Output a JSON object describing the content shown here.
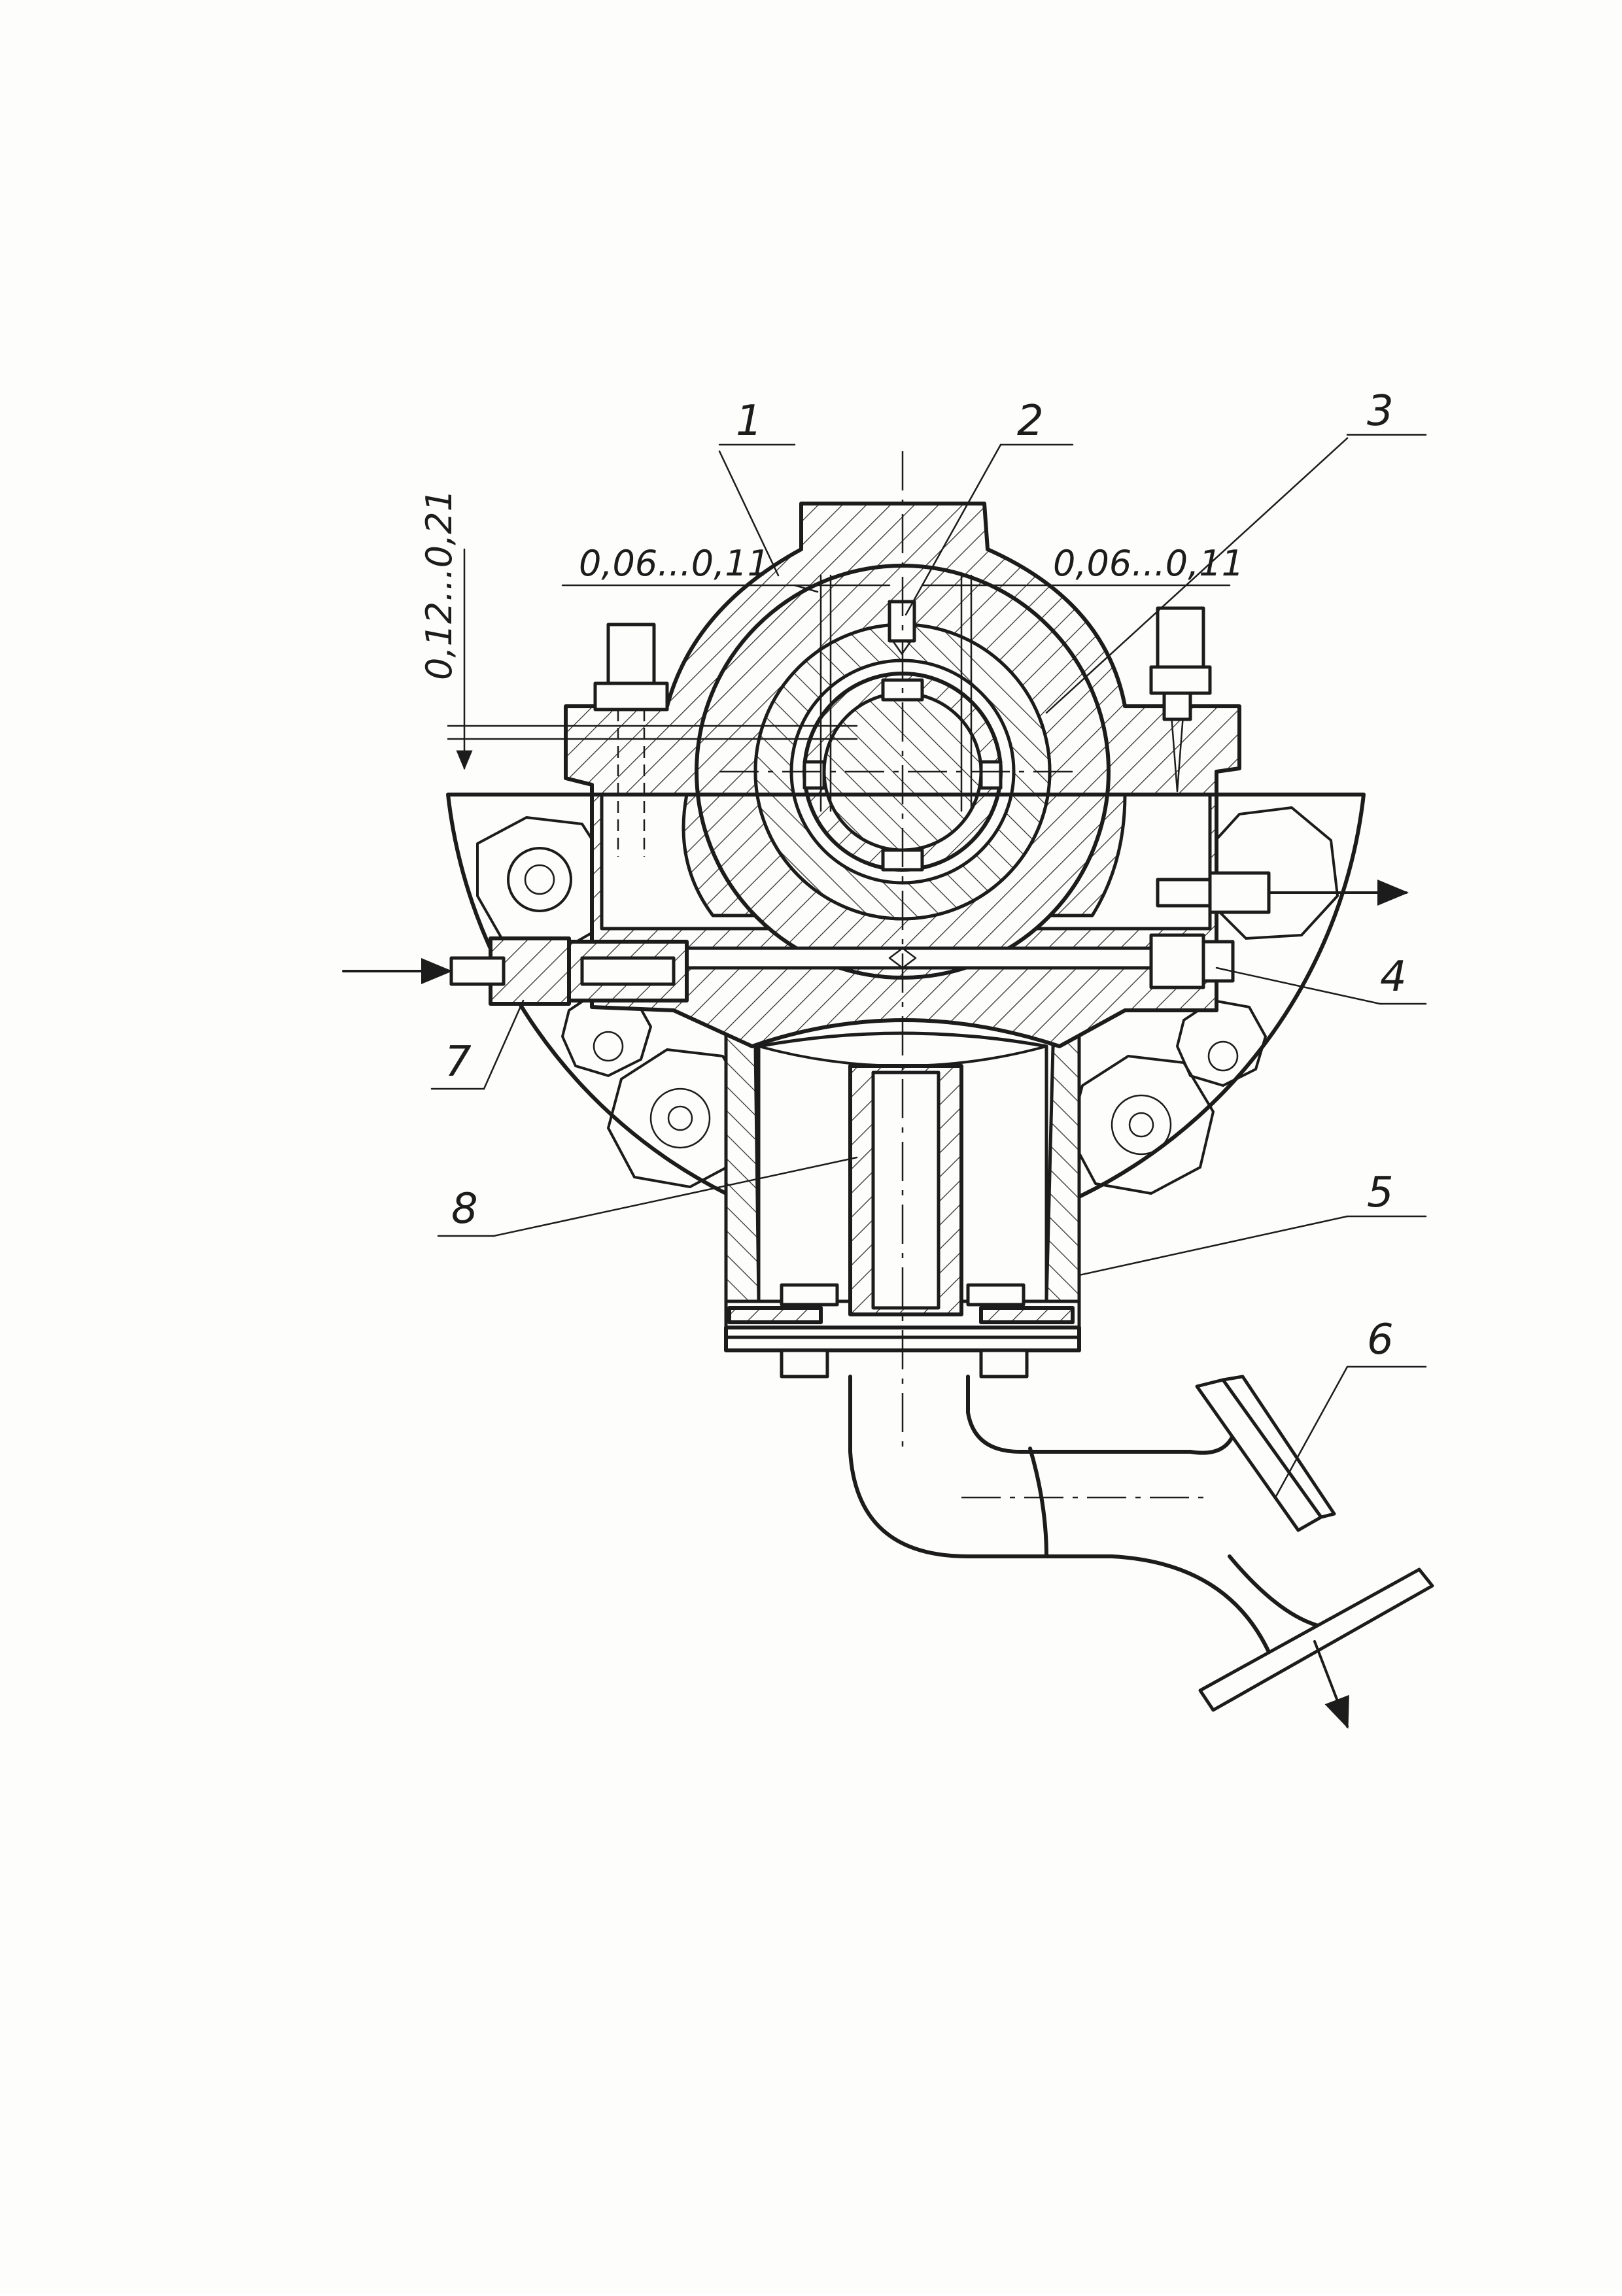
{
  "drawing": {
    "callouts": [
      "1",
      "2",
      "3",
      "4",
      "5",
      "6",
      "7",
      "8"
    ],
    "dimensions": {
      "left_clearance": "0,06...0,11",
      "right_clearance": "0,06...0,11",
      "vertical_clearance": "0,12...0,21"
    }
  }
}
